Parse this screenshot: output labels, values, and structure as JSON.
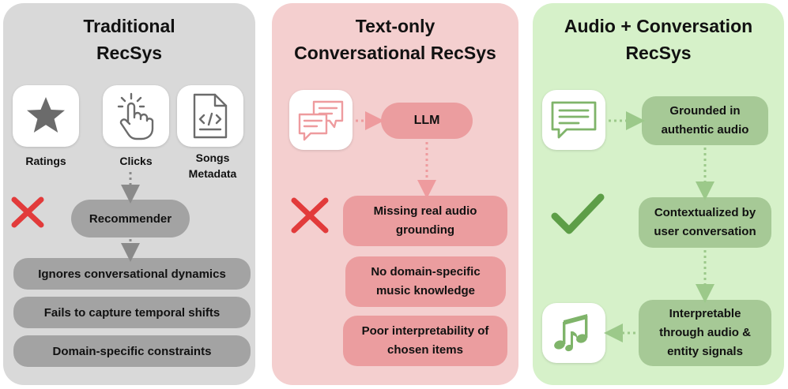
{
  "panels": {
    "traditional": {
      "title": "Traditional\nRecSys",
      "icons": {
        "ratings": "star-icon",
        "clicks": "pointer-hand-icon",
        "metadata": "code-document-icon"
      },
      "labels": {
        "ratings": "Ratings",
        "clicks": "Clicks",
        "metadata": "Songs\nMetadata"
      },
      "recommender": "Recommender",
      "status": "cross-mark-icon",
      "limitations": [
        "Ignores conversational dynamics",
        "Fails to capture temporal shifts",
        "Domain-specific constraints"
      ]
    },
    "text_only": {
      "title": "Text-only\nConversational RecSys",
      "icons": {
        "input": "chat-bubbles-icon"
      },
      "llm": "LLM",
      "status": "cross-mark-icon",
      "limitations": [
        "Missing real audio\ngrounding",
        "No domain-specific\nmusic knowledge",
        "Poor interpretability of\nchosen items"
      ]
    },
    "audio_conv": {
      "title": "Audio + Conversation\nRecSys",
      "icons": {
        "input": "message-lines-icon",
        "output": "music-notes-icon"
      },
      "status": "check-mark-icon",
      "strengths": [
        "Grounded in\nauthentic audio",
        "Contextualized by\nuser conversation",
        "Interpretable\nthrough audio &\nentity signals"
      ]
    }
  },
  "colors": {
    "gray_panel": "#d9d9d9",
    "gray_pill": "#a3a3a3",
    "gray_icon": "#6b6b6b",
    "pink_panel": "#f4cfcf",
    "pink_pill": "#eb9d9f",
    "pink_icon": "#ee9b9e",
    "green_panel": "#d6f1c9",
    "green_pill": "#a6c996",
    "green_icon": "#7fb46a",
    "red_cross": "#e23b3b",
    "green_check": "#5d9e47"
  }
}
